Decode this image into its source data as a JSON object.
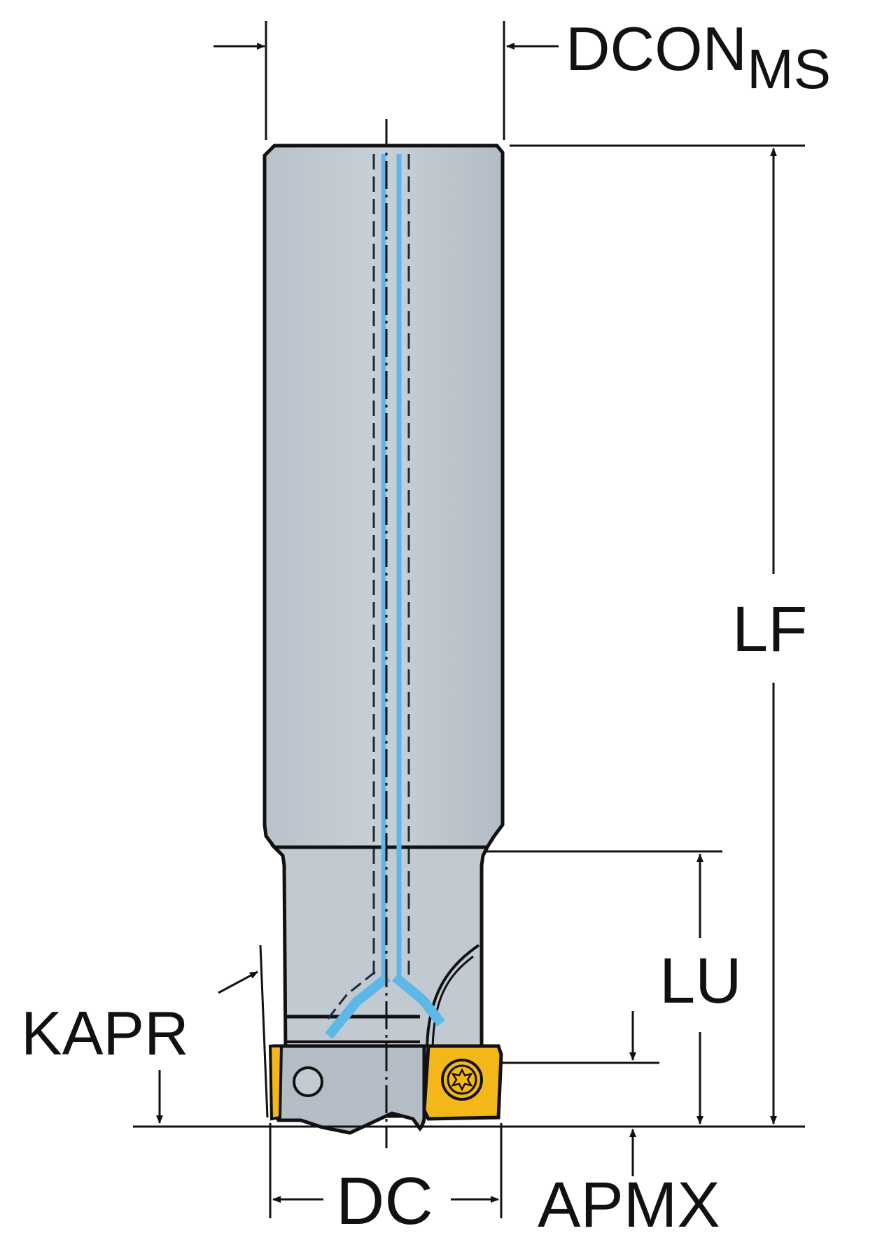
{
  "labels": {
    "dcon_main": "DCON",
    "dcon_sub": "MS",
    "lf": "LF",
    "lu": "LU",
    "kapr": "KAPR",
    "dc": "DC",
    "apmx": "APMX"
  },
  "colors": {
    "body": "#c4ccd3",
    "body_shade": "#aab3bb",
    "coolant": "#5cb8e6",
    "insert": "#f3b71a",
    "line": "#111111",
    "background": "#ffffff"
  },
  "icons": {
    "insert_screw": "torx-screw-icon",
    "insert_hole": "screw-hole-icon"
  }
}
